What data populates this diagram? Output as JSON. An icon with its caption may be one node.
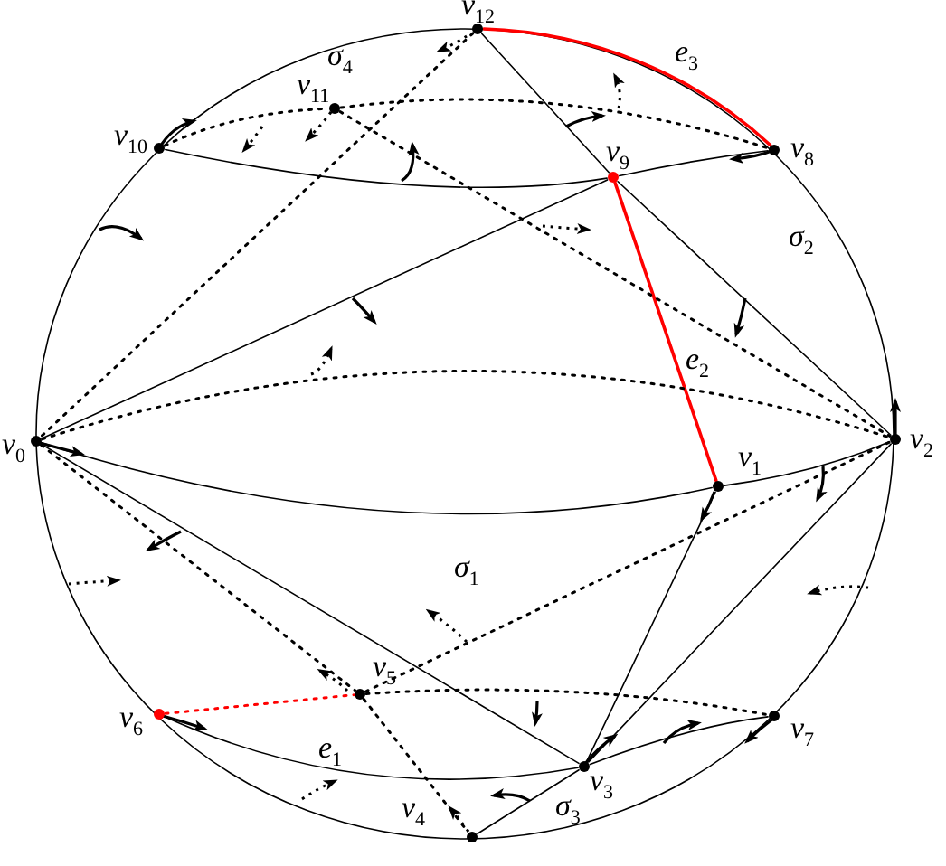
{
  "diagram": {
    "nodes": [
      {
        "text": [
          "v$_{0}$"
        ]
      },
      {
        "text": [
          "v$_{1}$"
        ]
      },
      {
        "text": [
          "v$_{2}$"
        ]
      },
      {
        "text": [
          "v$_{3}$"
        ]
      },
      {
        "text": [
          "v$_{4}$"
        ]
      },
      {
        "text": [
          "v$_{5}$"
        ]
      },
      {
        "text": [
          "v$_{6}$"
        ]
      },
      {
        "text": [
          "v$_{7}$"
        ]
      },
      {
        "text": [
          "v$_{8}$"
        ]
      },
      {
        "text": [
          "v$_{9}$"
        ]
      },
      {
        "text": [
          "v$_{10}$"
        ]
      },
      {
        "text": [
          "v$_{11}$"
        ]
      },
      {
        "text": [
          "v$_{12}$"
        ]
      }
    ],
    "edges": [
      {
        "from": 0,
        "to": 1,
        "arrow": "none"
      },
      {
        "from": 1,
        "to": 2,
        "arrow": "none"
      },
      {
        "from": 0,
        "to": 9,
        "arrow": "none"
      },
      {
        "from": 12,
        "to": 9,
        "arrow": "none"
      },
      {
        "from": 9,
        "to": 2,
        "arrow": "none"
      },
      {
        "from": 9,
        "to": 1,
        "arrow": "none",
        "label": "e$_{2}$",
        "color": "#ff0000"
      },
      {
        "from": 12,
        "to": 8,
        "arrow": "none",
        "label": "e$_{3}$",
        "color": "#ff0000"
      },
      {
        "from": 10,
        "to": 9,
        "arrow": "none"
      },
      {
        "from": 9,
        "to": 8,
        "arrow": "none"
      },
      {
        "from": 0,
        "to": 3,
        "arrow": "none"
      },
      {
        "from": 1,
        "to": 3,
        "arrow": "none"
      },
      {
        "from": 2,
        "to": 3,
        "arrow": "none"
      },
      {
        "from": 6,
        "to": 3,
        "arrow": "none",
        "label": "e$_{1}$"
      },
      {
        "from": 3,
        "to": 7,
        "arrow": "none"
      },
      {
        "from": 3,
        "to": 4,
        "arrow": "none"
      },
      {
        "from": 0,
        "to": 2,
        "arrow": "none",
        "style": "dashed"
      },
      {
        "from": 0,
        "to": 5,
        "arrow": "none",
        "style": "dashed"
      },
      {
        "from": 5,
        "to": 4,
        "arrow": "none",
        "style": "dashed"
      },
      {
        "from": 5,
        "to": 2,
        "arrow": "none",
        "style": "dashed"
      },
      {
        "from": 6,
        "to": 5,
        "arrow": "none",
        "style": "dashed",
        "color": "#ff0000"
      },
      {
        "from": 5,
        "to": 7,
        "arrow": "none",
        "style": "dashed"
      },
      {
        "from": 10,
        "to": 11,
        "arrow": "none",
        "style": "dashed"
      },
      {
        "from": 11,
        "to": 8,
        "arrow": "none",
        "style": "dashed"
      },
      {
        "from": 12,
        "to": 0,
        "arrow": "none",
        "style": "dashed"
      },
      {
        "from": 11,
        "to": 2,
        "arrow": "none",
        "style": "dashed"
      }
    ],
    "labels": [
      "σ$_{4}$",
      "σ$_{2}$",
      "σ$_{1}$",
      "σ$_{3}$"
    ]
  }
}
